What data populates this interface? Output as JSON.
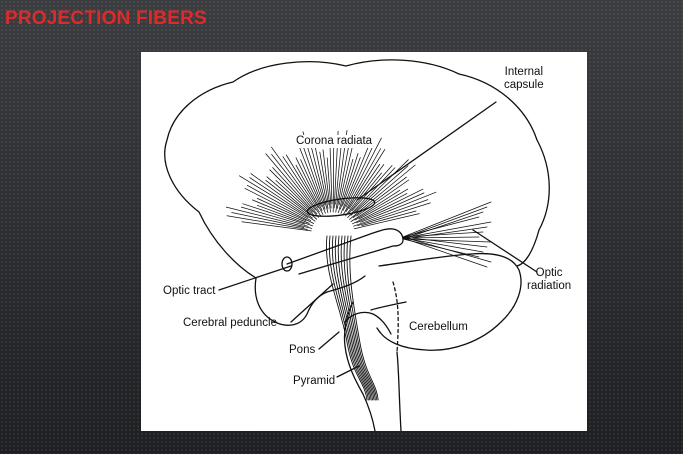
{
  "slide": {
    "title": "PROJECTION FIBERS",
    "title_color": "#e02a2a"
  },
  "figure": {
    "labels": {
      "internal_capsule_line1": "Internal",
      "internal_capsule_line2": "capsule",
      "corona_radiata": "Corona radiata",
      "optic_tract": "Optic tract",
      "optic_radiation_line1": "Optic",
      "optic_radiation_line2": "radiation",
      "cerebral_peduncle": "Cerebral peduncle",
      "pons": "Pons",
      "cerebellum": "Cerebellum",
      "pyramid": "Pyramid"
    }
  }
}
